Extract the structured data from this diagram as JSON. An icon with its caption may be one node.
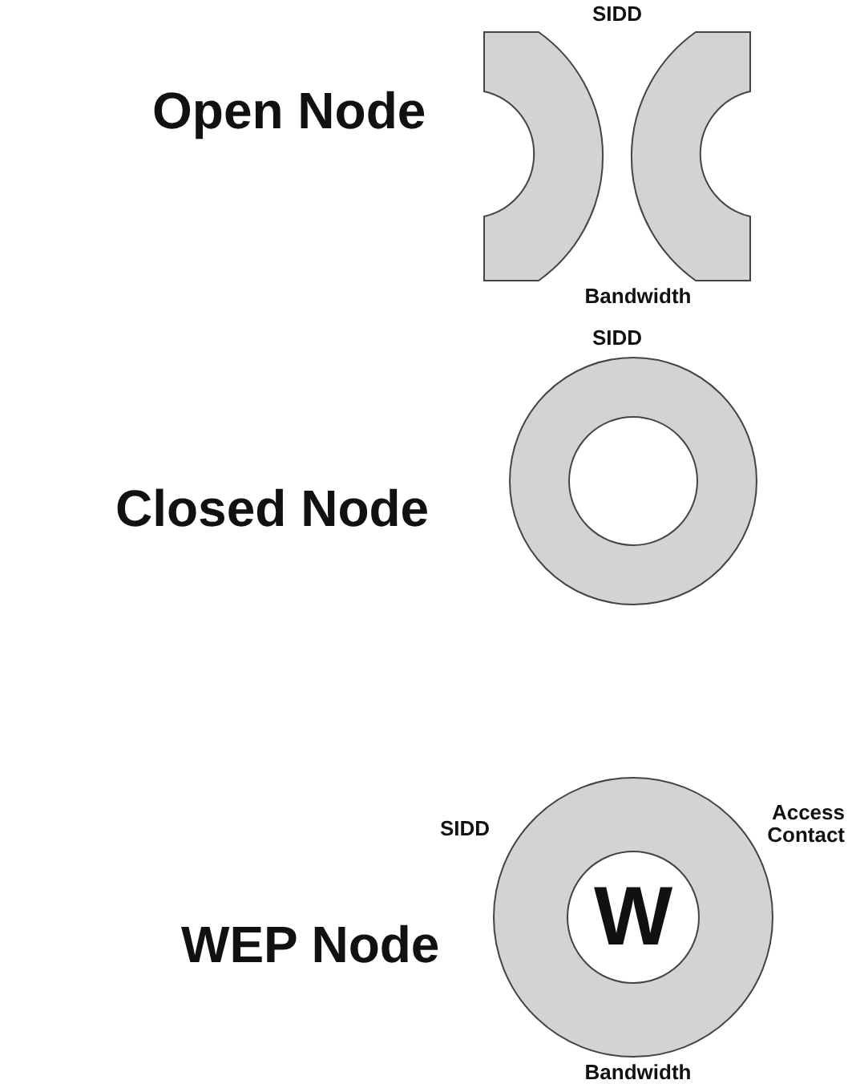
{
  "diagram": {
    "nodes": [
      {
        "text": [],
        "shape": "arc"
      },
      {
        "text": [],
        "shape": "arc"
      },
      {
        "text": [],
        "shape": "circle"
      },
      {
        "text": [],
        "shape": "circle"
      },
      {
        "text": [
          "W"
        ],
        "in": 3
      }
    ],
    "labels": [
      "SIDD",
      "Open Node",
      "Bandwidth",
      "SIDD",
      "Closed Node",
      "SIDD",
      "Access Contact",
      "WEP Node",
      "Bandwidth"
    ]
  }
}
